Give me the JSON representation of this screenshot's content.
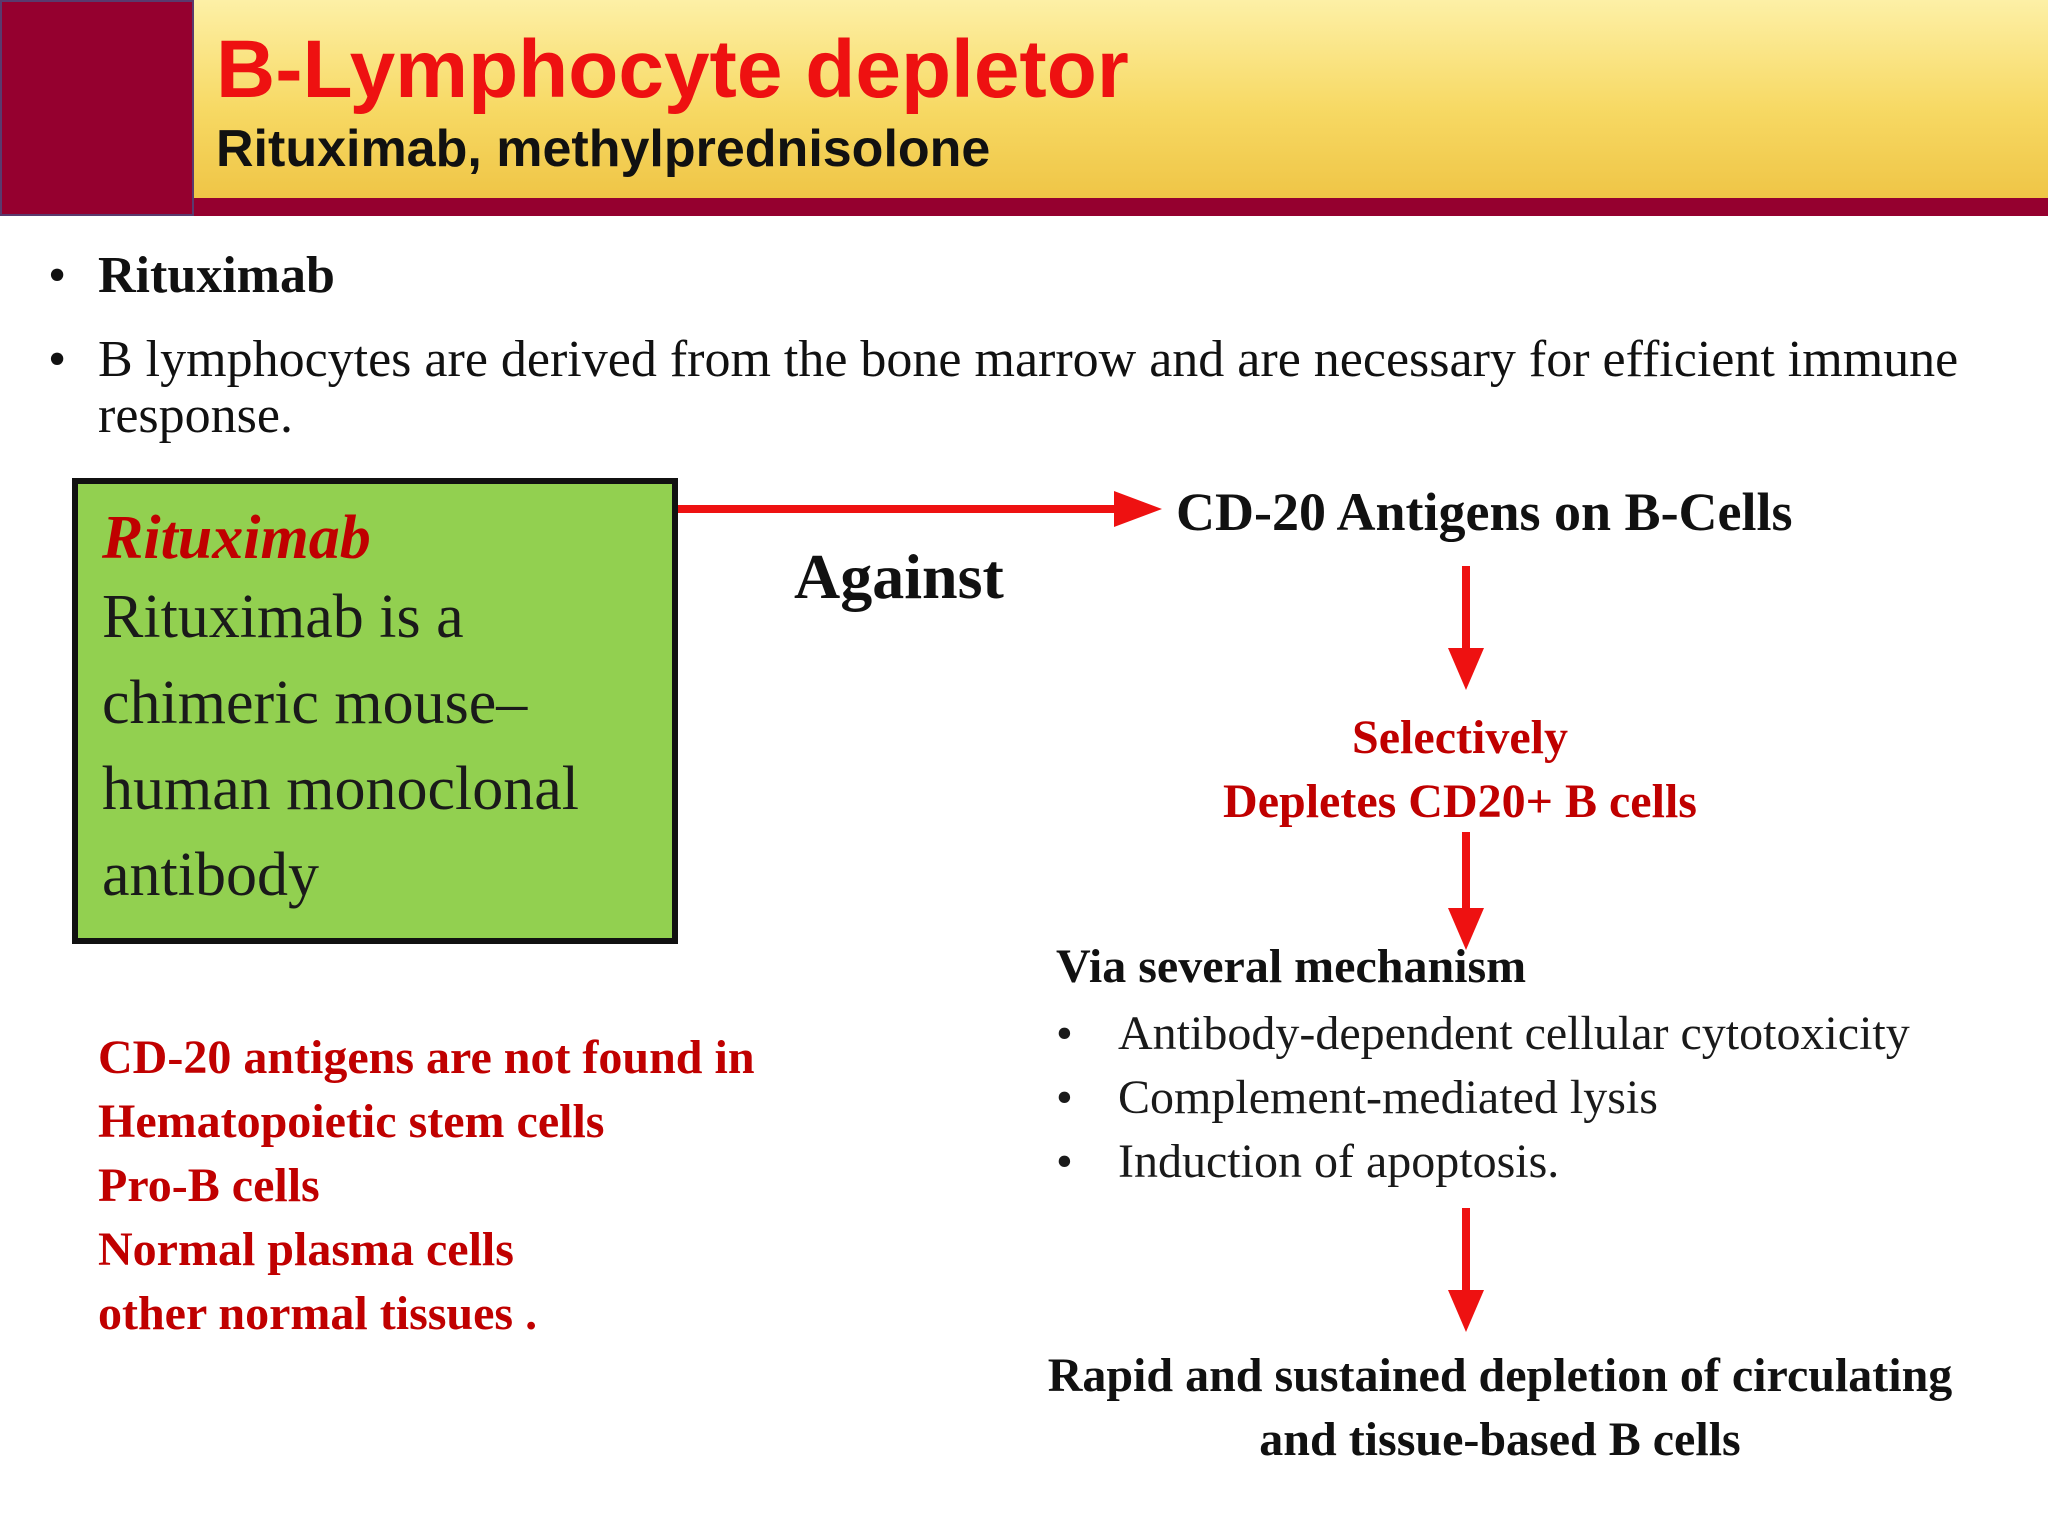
{
  "header": {
    "title": "B-Lymphocyte depletor",
    "subtitle": "Rituximab, methylprednisolone"
  },
  "bullets": [
    {
      "text": "Rituximab",
      "bold": true
    },
    {
      "text": "B lymphocytes are derived from the bone marrow and are necessary for efficient immune response.",
      "bold": false
    }
  ],
  "bullet_glyph": "•",
  "green_box": {
    "title": "Rituximab",
    "text": "Rituximab is a chimeric mouse–human monoclonal antibody"
  },
  "flow": {
    "against": "Against",
    "target": "CD-20 Antigens on B-Cells",
    "selectively_line1": "Selectively",
    "selectively_line2": "Depletes CD20+ B cells",
    "mechanism_heading": "Via several mechanism",
    "mechanisms": [
      "Antibody-dependent cellular cytotoxicity",
      "Complement-mediated lysis",
      "Induction of apoptosis."
    ],
    "outcome_line1": "Rapid and sustained depletion of circulating",
    "outcome_line2": "and tissue-based B cells"
  },
  "notes": [
    "CD-20 antigens are not found in",
    "Hematopoietic stem cells",
    "Pro-B cells",
    "Normal plasma cells",
    "other normal tissues ."
  ],
  "colors": {
    "header_block": "#95002f",
    "header_gold": "#f7d964",
    "title_red": "#ee1111",
    "green_box": "#92d050",
    "dark_red_text": "#c00000",
    "arrow_red": "#ee1111"
  }
}
